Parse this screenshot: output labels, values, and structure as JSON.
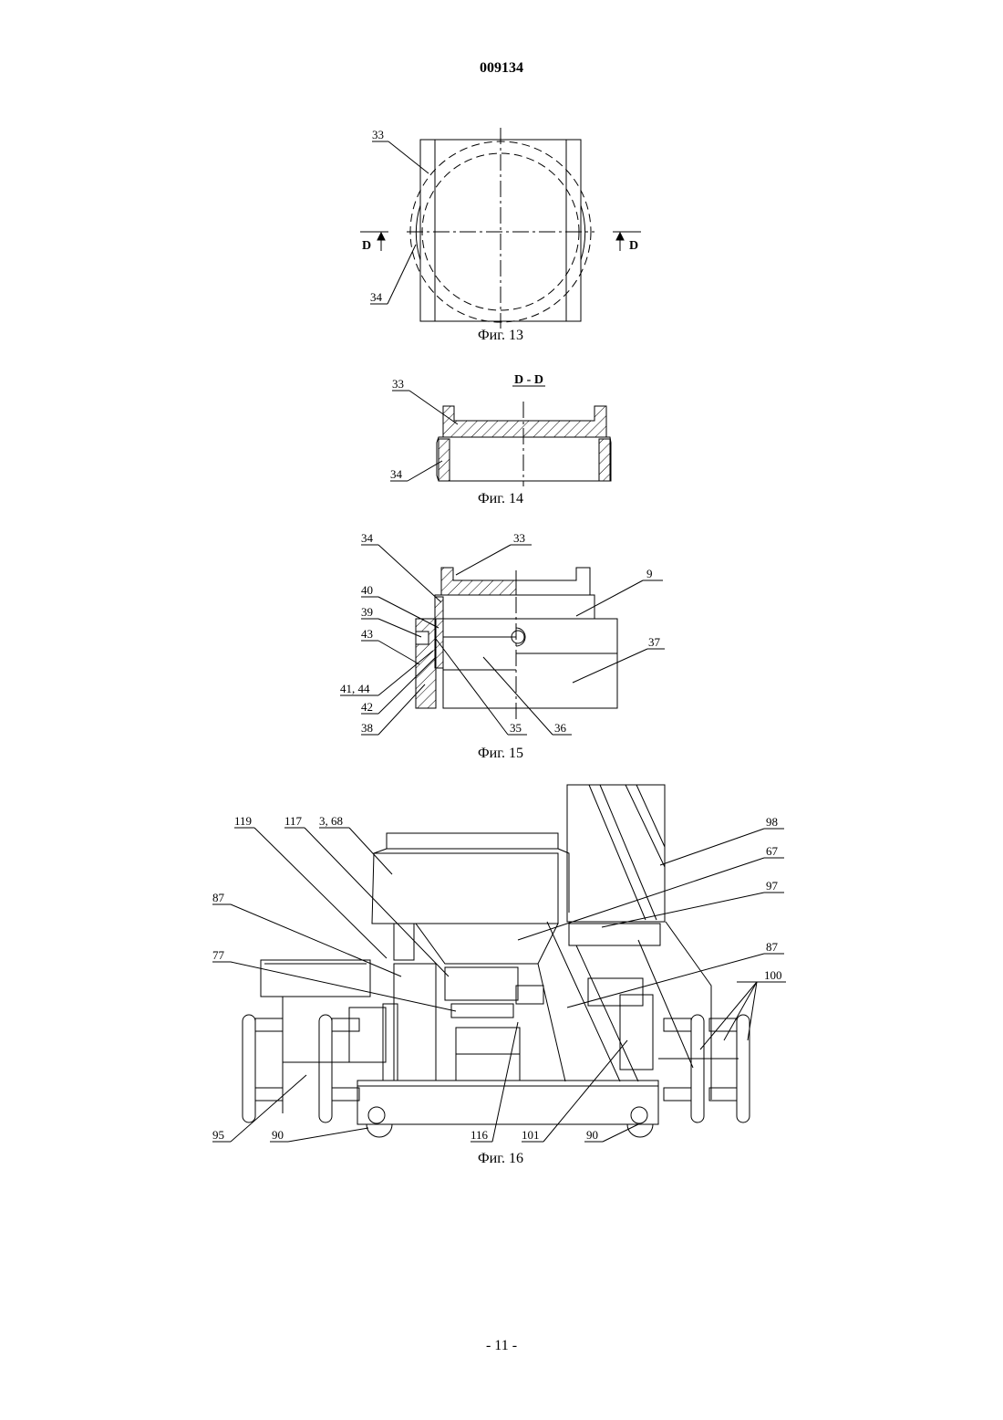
{
  "header": {
    "doc_number": "009134"
  },
  "footer": {
    "page": "- 11 -"
  },
  "figures": {
    "fig13": {
      "caption": "Фиг. 13",
      "section_mark_left": "D",
      "section_mark_right": "D",
      "labels": {
        "l33": "33",
        "l34": "34"
      }
    },
    "fig14": {
      "caption": "Фиг. 14",
      "section_title": "D - D",
      "labels": {
        "l33": "33",
        "l34": "34"
      }
    },
    "fig15": {
      "caption": "Фиг. 15",
      "labels": {
        "l34": "34",
        "l33": "33",
        "l9": "9",
        "l40": "40",
        "l39": "39",
        "l43": "43",
        "l37": "37",
        "l4144": "41, 44",
        "l42": "42",
        "l38": "38",
        "l35": "35",
        "l36": "36"
      }
    },
    "fig16": {
      "caption": "Фиг. 16",
      "labels": {
        "l119": "119",
        "l117": "117",
        "l368": "3, 68",
        "l98": "98",
        "l67": "67",
        "l97": "97",
        "l87a": "87",
        "l87b": "87",
        "l77": "77",
        "l100": "100",
        "l95": "95",
        "l90a": "90",
        "l116": "116",
        "l101": "101",
        "l90b": "90"
      }
    }
  }
}
